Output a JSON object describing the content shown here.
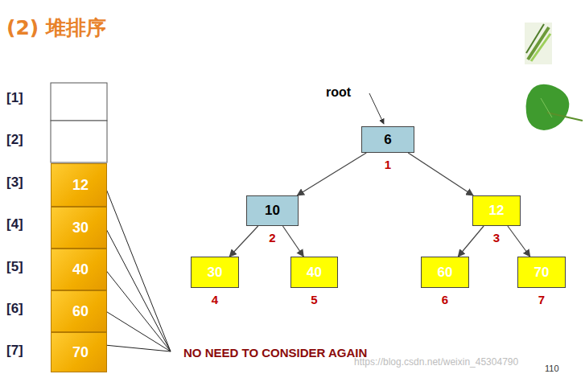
{
  "diagram": {
    "title": "(2) 堆排序",
    "nodes": [
      {
        "text": [
          "12"
        ]
      },
      {
        "text": [
          "30"
        ]
      },
      {
        "text": [
          "40"
        ]
      },
      {
        "text": [
          "60"
        ]
      },
      {
        "text": [
          "70"
        ]
      },
      {
        "text": [
          "6",
          "1"
        ]
      },
      {
        "text": [
          "10",
          "2"
        ]
      },
      {
        "text": [
          "12",
          "3"
        ]
      },
      {
        "text": [
          "30",
          "4"
        ]
      },
      {
        "text": [
          "40",
          "5"
        ]
      },
      {
        "text": [
          "60",
          "6"
        ]
      },
      {
        "text": [
          "70",
          "7"
        ]
      }
    ],
    "edges": [
      {
        "from": 5,
        "to": 6,
        "arrow": "to"
      },
      {
        "from": 5,
        "to": 7,
        "arrow": "to"
      },
      {
        "from": 6,
        "to": 8,
        "arrow": "to"
      },
      {
        "from": 6,
        "to": 9,
        "arrow": "to"
      },
      {
        "from": 7,
        "to": 10,
        "arrow": "to"
      },
      {
        "from": 7,
        "to": 11,
        "arrow": "to"
      }
    ],
    "labels": [
      "[1]",
      "[2]",
      "[3]",
      "[4]",
      "[5]",
      "[6]",
      "[7]",
      "root",
      "NO NEED TO CONSIDER AGAIN",
      "https://blog.csdn.net/weixin_45304790",
      "110"
    ]
  }
}
